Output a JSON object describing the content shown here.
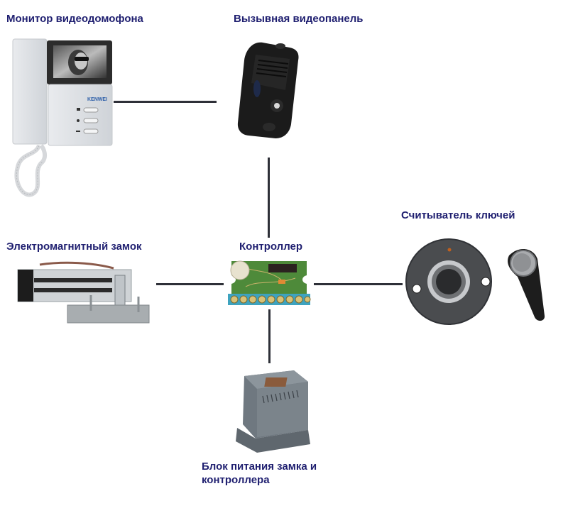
{
  "diagram": {
    "type": "intercom-access-control-wiring",
    "label_color": "#1f1f70",
    "wire_color": "#2e3038",
    "nodes": [
      {
        "id": "monitor",
        "label": "Монитор видеодомофона",
        "icon": "video-intercom-monitor-icon",
        "brand_text": "KENWEI"
      },
      {
        "id": "call-panel",
        "label": "Вызывная видеопанель",
        "icon": "door-call-panel-icon"
      },
      {
        "id": "controller",
        "label": "Контроллер",
        "icon": "controller-board-icon"
      },
      {
        "id": "lock",
        "label": "Электромагнитный замок",
        "icon": "electromagnetic-lock-icon"
      },
      {
        "id": "reader",
        "label": "Считыватель ключей",
        "icon": "key-reader-icon"
      },
      {
        "id": "power",
        "label_line1": "Блок питания замка и",
        "label_line2": "контроллера",
        "icon": "power-supply-icon"
      }
    ],
    "edges": [
      {
        "from": "monitor",
        "to": "call-panel"
      },
      {
        "from": "call-panel",
        "to": "controller"
      },
      {
        "from": "lock",
        "to": "controller"
      },
      {
        "from": "controller",
        "to": "reader"
      },
      {
        "from": "controller",
        "to": "power"
      }
    ]
  }
}
